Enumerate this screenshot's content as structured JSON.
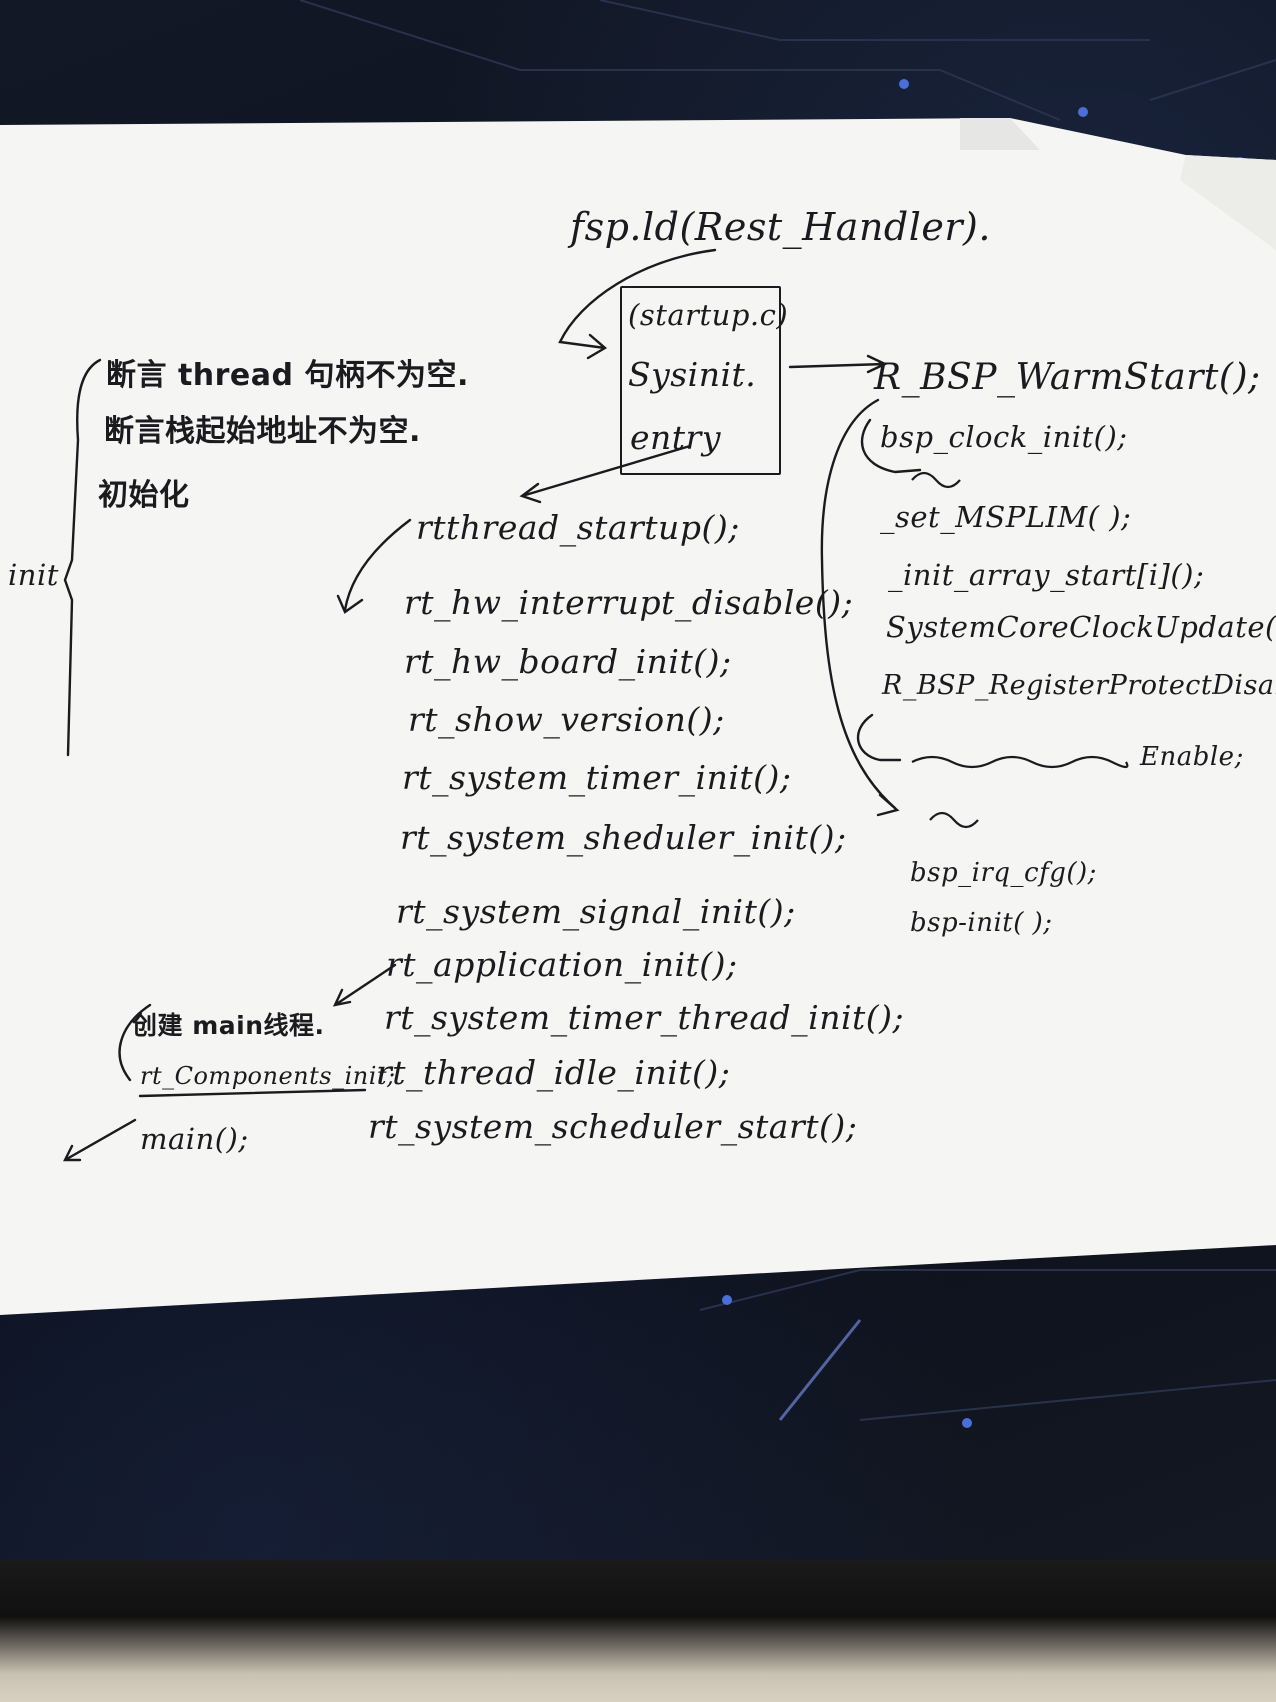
{
  "photo": {
    "description_colors": {
      "paper": "#f4f4f2",
      "ink": "#1b1b1f",
      "background": "#0e1320"
    }
  },
  "notes": {
    "title": "fsp.ld(Rest_Handler).",
    "box": {
      "line1": "(startup.c)",
      "line2": "Sysinit.",
      "line3": "entry"
    },
    "warm_start": "R_BSP_WarmStart();",
    "right_calls": [
      "bsp_clock_init();",
      "~",
      "_set_MSPLIM( );",
      "_init_array_start[i]();",
      "SystemCoreClockUpdate();",
      "R_BSP_RegisterProtectDisable;",
      "Enable;",
      "~",
      "bsp_irq_cfg();",
      "bsp-init( );"
    ],
    "startup": "rtthread_startup();",
    "startup_calls": [
      "rt_hw_interrupt_disable();",
      "rt_hw_board_init();",
      "rt_show_version();",
      "rt_system_timer_init();",
      "rt_system_sheduler_init();",
      "rt_system_signal_init();",
      "rt_application_init();",
      "rt_system_timer_thread_init();",
      "rt_thread_idle_init();",
      "rt_system_scheduler_start();"
    ],
    "left_notes": [
      "断言 thread 句柄不为空.",
      "断言栈起始地址不为空.",
      "初始化"
    ],
    "init_label": "init",
    "create_main": "创建 main线程.",
    "components_init": "rt_Components_init;",
    "main_call": "main();"
  }
}
